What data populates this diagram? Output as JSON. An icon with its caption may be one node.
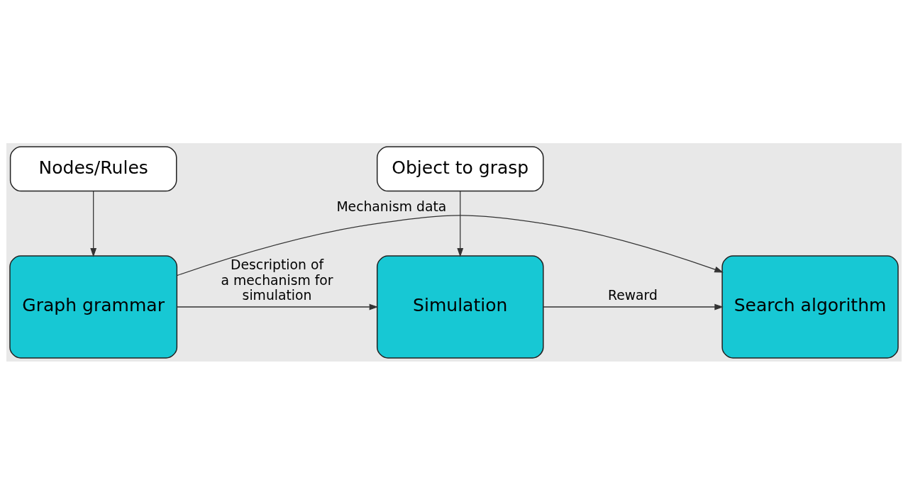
{
  "diagram": {
    "nodes": [
      {
        "text": [
          "Nodes/Rules"
        ]
      },
      {
        "text": [
          "Object to grasp"
        ]
      },
      {
        "text": [
          "Graph grammar"
        ]
      },
      {
        "text": [
          "Simulation"
        ]
      },
      {
        "text": [
          "Search algorithm"
        ]
      }
    ],
    "edges": [
      {
        "from": 0,
        "to": 2,
        "arrow": "to"
      },
      {
        "from": 1,
        "to": 3,
        "arrow": "to"
      },
      {
        "from": 2,
        "to": 3,
        "arrow": "to",
        "label": "Description of a mechanism for simulation"
      },
      {
        "from": 3,
        "to": 4,
        "arrow": "to",
        "label": "Reward"
      },
      {
        "from": 2,
        "to": 4,
        "arrow": "to",
        "label": "Mechanism data"
      }
    ]
  }
}
